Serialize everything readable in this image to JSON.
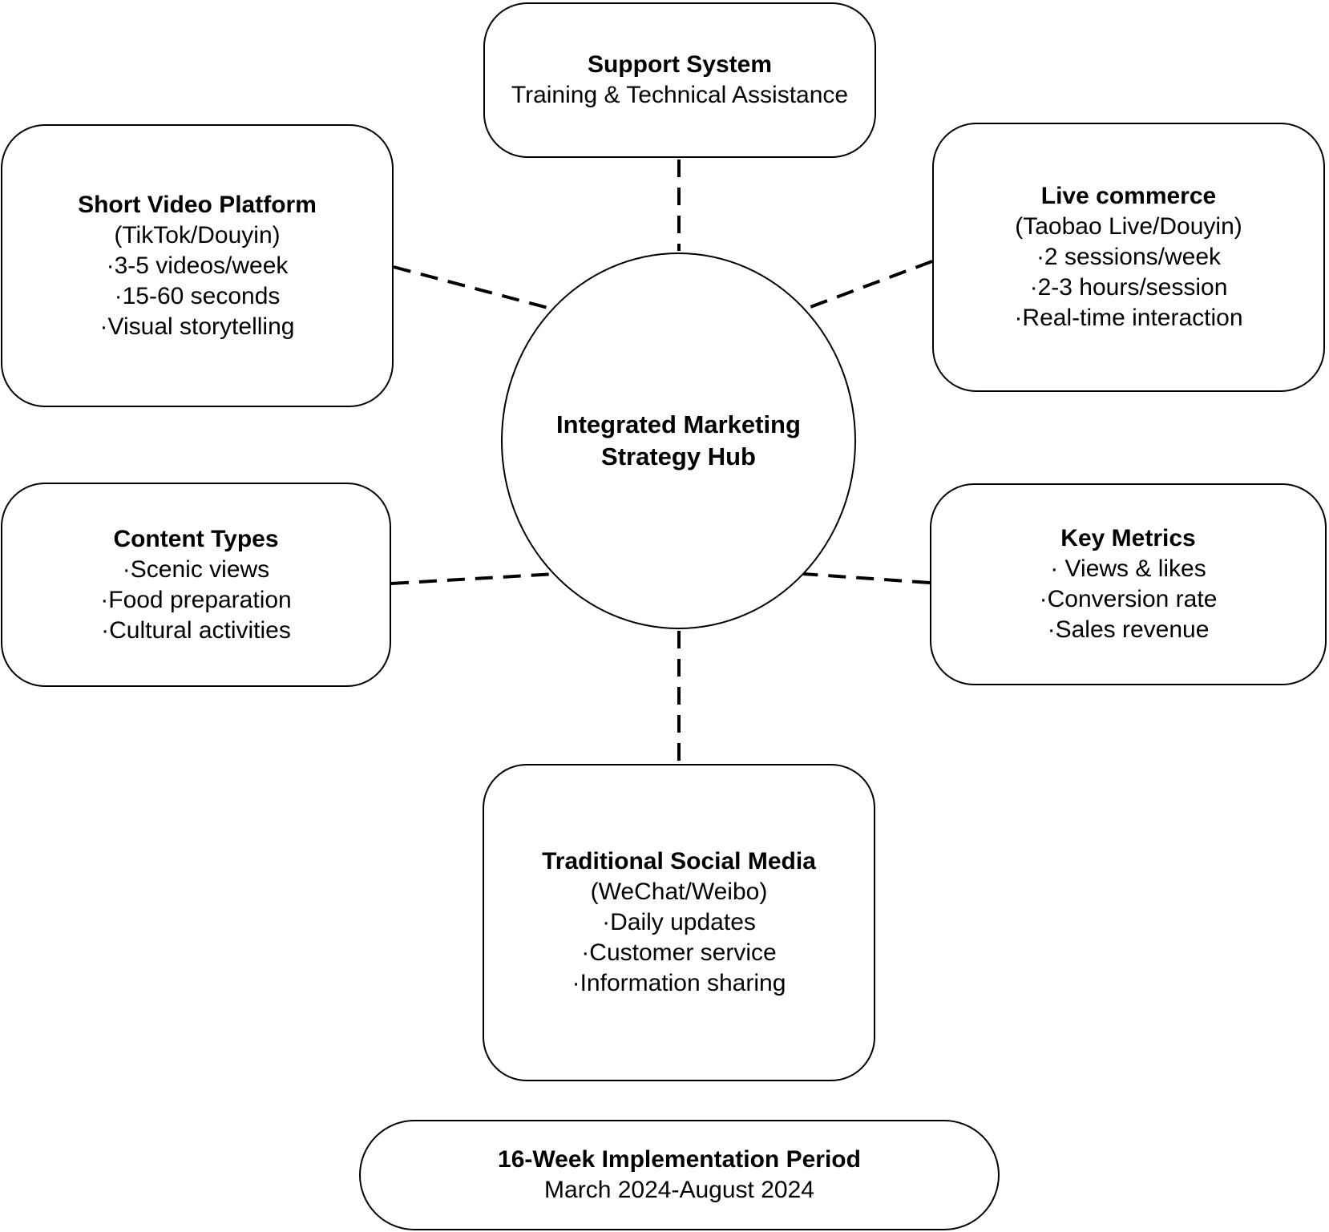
{
  "colors": {
    "stroke": "#000000",
    "text": "#000000",
    "background": "#ffffff",
    "connector_style": "dashed"
  },
  "hub": {
    "title_line1": "Integrated Marketing",
    "title_line2": "Strategy Hub"
  },
  "nodes": {
    "support_system": {
      "title": "Support System",
      "lines": [
        "Training & Technical Assistance"
      ]
    },
    "short_video_platform": {
      "title": "Short Video Platform",
      "lines": [
        "(TikTok/Douyin)",
        "·3-5 videos/week",
        "·15-60 seconds",
        "·Visual storytelling"
      ]
    },
    "live_commerce": {
      "title": "Live commerce",
      "lines": [
        "(Taobao Live/Douyin)",
        "·2 sessions/week",
        "·2-3 hours/session",
        "·Real-time interaction"
      ]
    },
    "content_types": {
      "title": "Content Types",
      "lines": [
        "·Scenic views",
        "·Food preparation",
        "·Cultural activities"
      ]
    },
    "key_metrics": {
      "title": "Key Metrics",
      "lines": [
        "· Views & likes",
        "·Conversion rate",
        "·Sales revenue"
      ]
    },
    "traditional_social_media": {
      "title": "Traditional Social Media",
      "lines": [
        "(WeChat/Weibo)",
        "·Daily updates",
        "·Customer service",
        "·Information sharing"
      ]
    },
    "implementation_period": {
      "title": "16-Week Implementation Period",
      "lines": [
        "March 2024-August 2024"
      ]
    }
  },
  "connections": [
    {
      "from": "support_system",
      "to": "hub",
      "style": "dashed"
    },
    {
      "from": "short_video_platform",
      "to": "hub",
      "style": "dashed"
    },
    {
      "from": "live_commerce",
      "to": "hub",
      "style": "dashed"
    },
    {
      "from": "content_types",
      "to": "hub",
      "style": "dashed"
    },
    {
      "from": "key_metrics",
      "to": "hub",
      "style": "dashed"
    },
    {
      "from": "traditional_social_media",
      "to": "hub",
      "style": "dashed"
    }
  ]
}
